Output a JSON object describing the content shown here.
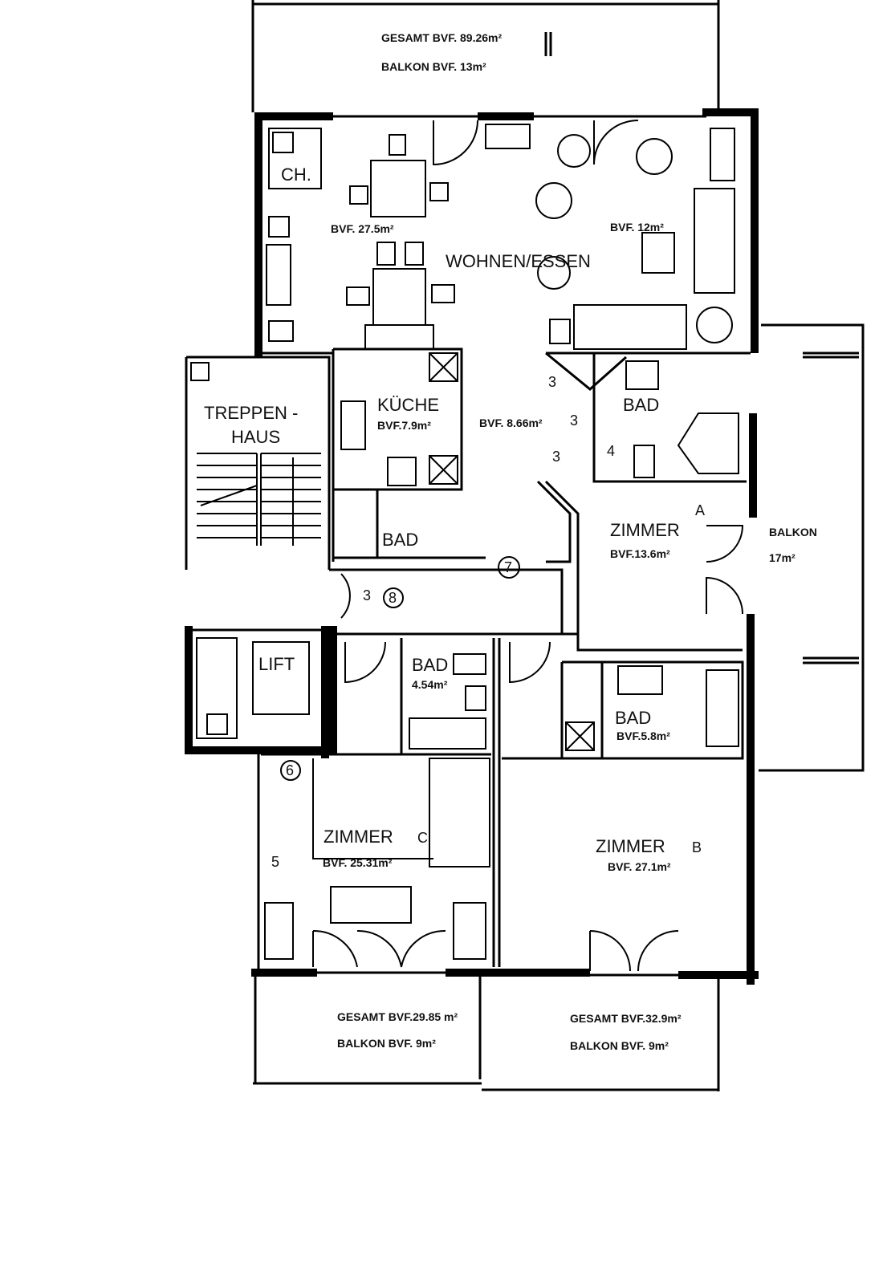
{
  "balconies": {
    "top": {
      "total": "GESAMT BVF. 89.26m²",
      "balcony": "BALKON BVF. 13m²"
    },
    "bottom_left": {
      "total": "GESAMT BVF.29.85 m²",
      "balcony": "BALKON BVF. 9m²"
    },
    "bottom_right": {
      "total": "GESAMT BVF.32.9m²",
      "balcony": "BALKON BVF. 9m²"
    },
    "right": {
      "label": "BALKON",
      "area": "17m²"
    }
  },
  "rooms": {
    "wohnen_essen": {
      "label": "WOHNEN/ESSEN",
      "area_left": "BVF. 27.5m²",
      "area_right": "BVF. 12m²",
      "cheminee": "CH."
    },
    "treppenhaus": {
      "line1": "TREPPEN -",
      "line2": "HAUS"
    },
    "kueche": {
      "label": "KÜCHE",
      "area": "BVF.7.9m²"
    },
    "flur": {
      "area": "BVF. 8.66m²"
    },
    "bad_kitchen": {
      "label": "BAD"
    },
    "bad_top": {
      "label": "BAD"
    },
    "zimmer_a": {
      "label": "ZIMMER",
      "suffix": "A",
      "area": "BVF.13.6m²"
    },
    "lift": {
      "label": "LIFT"
    },
    "bad_c": {
      "label": "BAD",
      "area": "4.54m²"
    },
    "bad_b": {
      "label": "BAD",
      "area": "BVF.5.8m²"
    },
    "zimmer_c": {
      "label": "ZIMMER",
      "suffix": "C",
      "area": "BVF. 25.31m²"
    },
    "zimmer_b": {
      "label": "ZIMMER",
      "suffix": "B",
      "area": "BVF. 27.1m²"
    }
  },
  "markers": [
    "3",
    "3",
    "3",
    "4",
    "7",
    "3",
    "8",
    "6",
    "5"
  ]
}
